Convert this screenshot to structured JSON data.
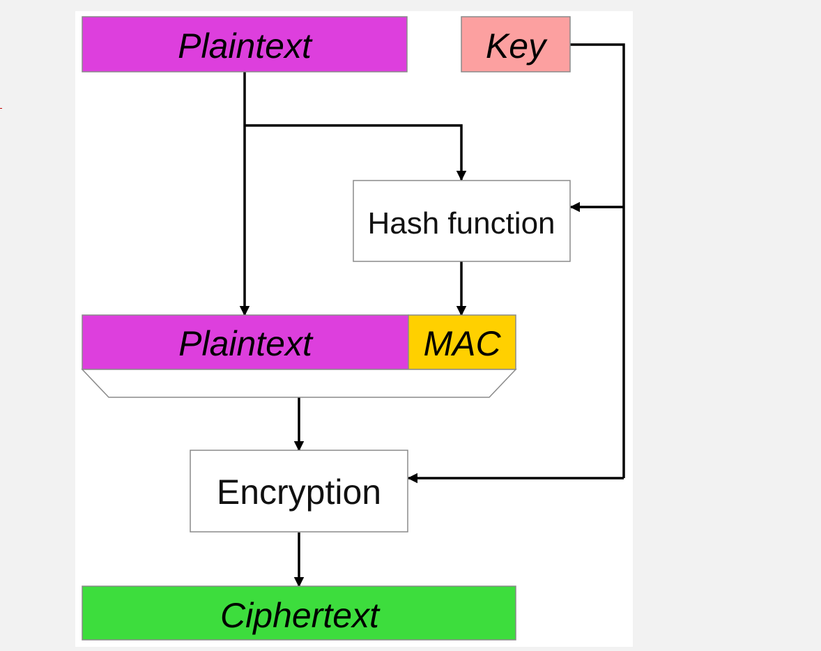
{
  "diagram": {
    "plaintext_top": "Plaintext",
    "key": "Key",
    "hash_function": "Hash function",
    "plaintext_mid": "Plaintext",
    "mac": "MAC",
    "encryption": "Encryption",
    "ciphertext": "Ciphertext"
  },
  "colors": {
    "plaintext": "#dd3fdd",
    "key": "#fca0a0",
    "mac": "#ffd000",
    "ciphertext": "#3ddd3d",
    "process_box": "#ffffff",
    "canvas": "#ffffff",
    "page": "#f2f2f2"
  }
}
